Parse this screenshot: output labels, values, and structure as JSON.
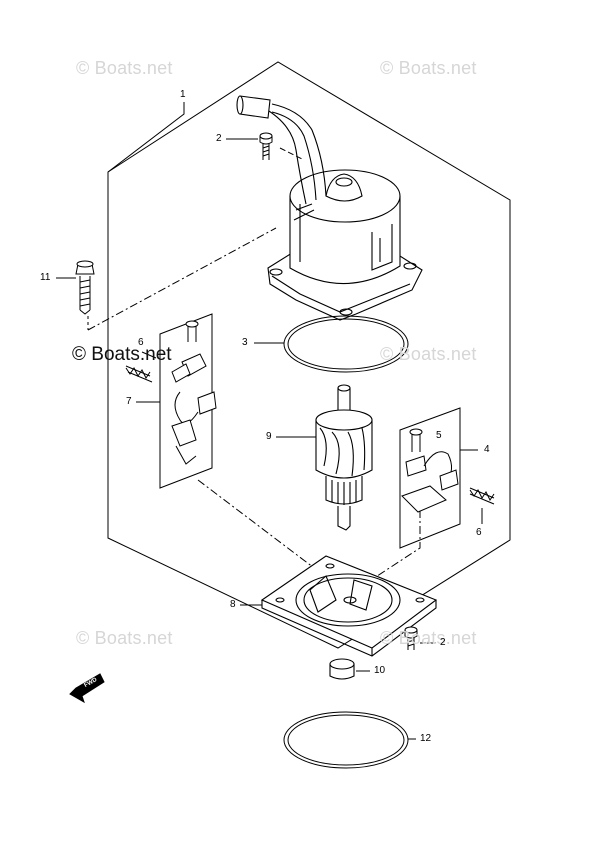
{
  "watermarks": {
    "top_left": "© Boats.net",
    "top_right": "© Boats.net",
    "mid_left": "© Boats.net",
    "mid_right": "© Boats.net",
    "low_left": "© Boats.net",
    "low_right": "© Boats.net"
  },
  "callouts": {
    "n1": "1",
    "n2_top": "2",
    "n2_bottom": "2",
    "n3": "3",
    "n4": "4",
    "n5": "5",
    "n6_left": "6",
    "n6_right": "6",
    "n7": "7",
    "n8": "8",
    "n9": "9",
    "n10": "10",
    "n11": "11",
    "n12": "12"
  },
  "fwd_label": "FWD"
}
